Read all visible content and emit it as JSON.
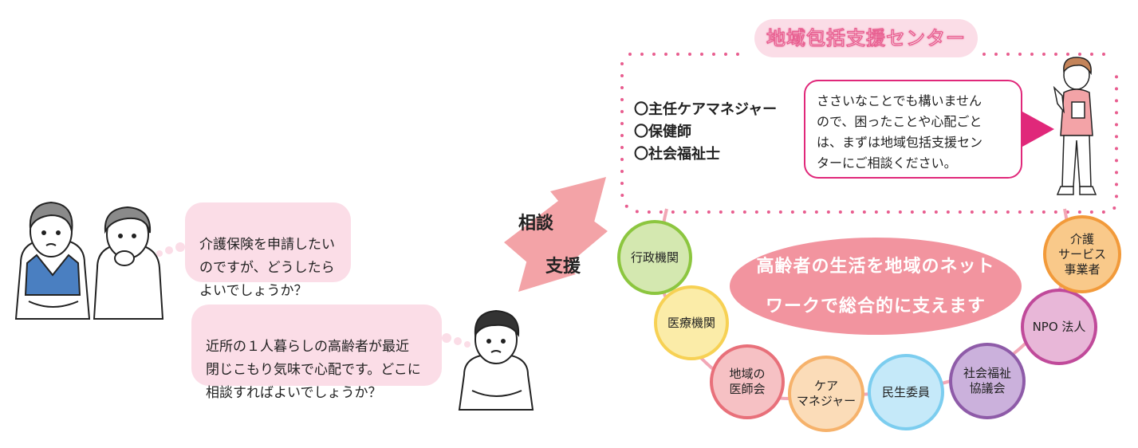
{
  "bubbles": {
    "couple": "介護保険を申請したい\nのですが、どうしたら\nよいでしょうか？",
    "neighbor": "近所の１人暮らしの高齢者が最近\n閉じこもり気味で心配です。どこに\n相談すればよいでしょうか？"
  },
  "arrows": {
    "consult": "相談",
    "support": "支援"
  },
  "center": {
    "title": "地域包括支援センター",
    "staff": [
      "〇主任ケアマネジャー",
      "〇保健師",
      "〇社会福祉士"
    ],
    "message": "ささいなことでも構いません\nので、困ったことや心配ごと\nは、まずは地域包括支援セン\nターにご相談ください。"
  },
  "network": {
    "message": "高齢者の生活を地域のネット\nワークで総合的に支えます",
    "nodes": [
      {
        "label": "行政機関",
        "color": "#8cc63f",
        "fill": "#d4e8b0"
      },
      {
        "label": "医療機関",
        "color": "#f7d154",
        "fill": "#fbeca8"
      },
      {
        "label": "地域の\n医師会",
        "color": "#e8707a",
        "fill": "#f6c1c4"
      },
      {
        "label": "ケア\nマネジャー",
        "color": "#f6b26b",
        "fill": "#fbdcb8"
      },
      {
        "label": "民生委員",
        "color": "#7ccdef",
        "fill": "#c5e9f9"
      },
      {
        "label": "社会福祉\n協議会",
        "color": "#8e5ba8",
        "fill": "#cbb1dc"
      },
      {
        "label": "NPO 法人",
        "color": "#c04a9a",
        "fill": "#e8b7d8"
      },
      {
        "label": "介護\nサービス\n事業者",
        "color": "#f29a3a",
        "fill": "#f9c98a"
      }
    ]
  },
  "colors": {
    "accent": "#e0287a",
    "pink_light": "#fbdde7",
    "salmon": "#f2949f",
    "dots": "#e85d8f"
  }
}
